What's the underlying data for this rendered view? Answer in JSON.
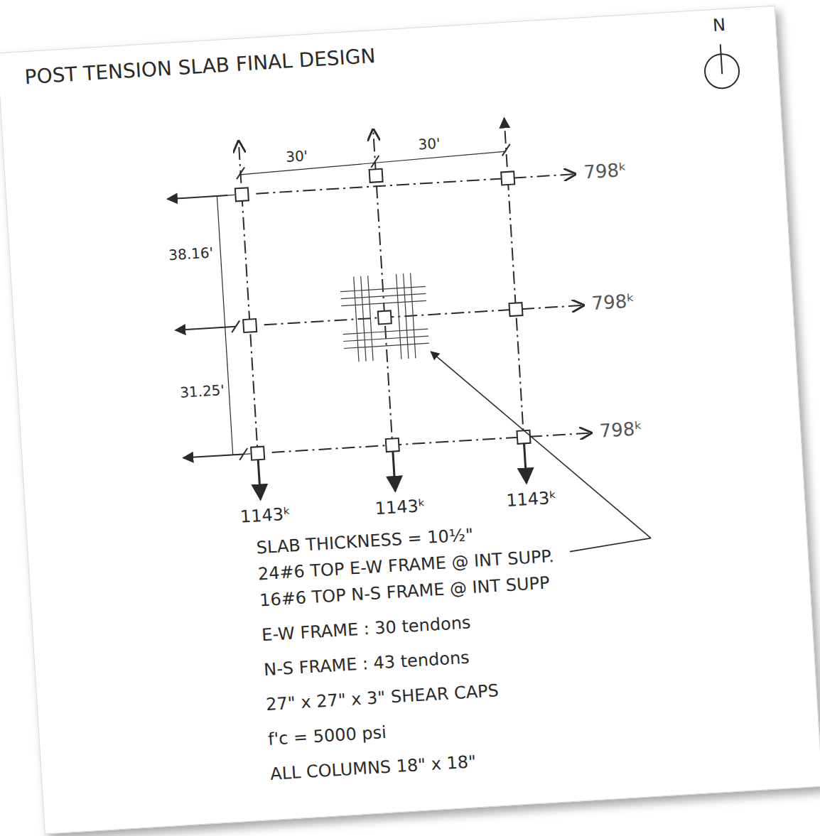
{
  "diagram": {
    "title": "POST TENSION SLAB FINAL DESIGN",
    "labels": [
      "N",
      "30'",
      "30'",
      "38.16'",
      "31.25'",
      "798ᵏ",
      "798ᵏ",
      "798ᵏ",
      "1143ᵏ",
      "1143ᵏ",
      "1143ᵏ",
      "SLAB THICKNESS = 10½\"",
      "24#6 TOP E-W FRAME @ INT SUPP.",
      "16#6 TOP N-S FRAME @ INT SUPP",
      "E-W FRAME : 30 tendons",
      "N-S FRAME : 43 tendons",
      "27\" x 27\" x 3\" SHEAR CAPS",
      "f'c = 5000 psi",
      "ALL COLUMNS 18\" x 18\""
    ]
  }
}
